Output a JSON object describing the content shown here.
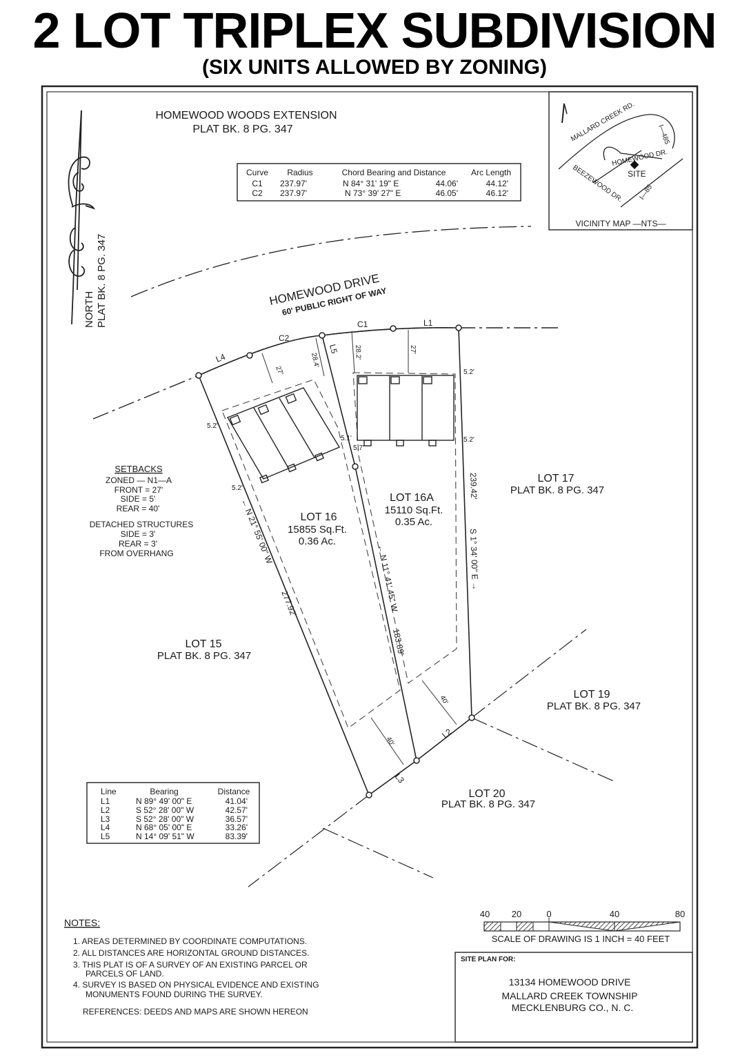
{
  "header": {
    "title": "2 LOT TRIPLEX SUBDIVISION",
    "subtitle": "(SIX UNITS ALLOWED BY ZONING)"
  },
  "north": {
    "label": "NORTH",
    "plat": "PLAT BK. 8 PG. 347"
  },
  "homewood_woods": {
    "name": "HOMEWOOD WOODS EXTENSION",
    "plat": "PLAT BK. 8 PG. 347"
  },
  "curve_table": {
    "headers": [
      "Curve",
      "Radius",
      "Chord Bearing and Distance",
      "Arc Length"
    ],
    "rows": [
      {
        "curve": "C1",
        "radius": "237.97'",
        "bearing": "N 84° 31' 19\" E",
        "distance": "44.06'",
        "arc": "44.12'"
      },
      {
        "curve": "C2",
        "radius": "237.97'",
        "bearing": "N 73° 39' 27\" E",
        "distance": "46.05'",
        "arc": "46.12'"
      }
    ]
  },
  "vicinity_map": {
    "caption": "VICINITY MAP  —NTS—",
    "mallard_creek": "MALLARD CREEK RD.",
    "homewood_dr": "HOMEWOOD DR.",
    "site": "SITE",
    "beezewood": "BEEZEWOOD DR.",
    "i485": "I—485",
    "i85": "I—85"
  },
  "road": {
    "name": "HOMEWOOD DRIVE",
    "row": "60' PUBLIC RIGHT OF WAY"
  },
  "segments": {
    "c1": "C1",
    "c2": "C2",
    "l1": "L1",
    "l2": "L2",
    "l3": "L3",
    "l4": "L4",
    "l5": "L5"
  },
  "dims": {
    "front_left": "27'",
    "front_right": "27'",
    "d284": "28.4'",
    "d282": "28.2'",
    "side_52": "5.2'",
    "side_51": "5.1'",
    "side_57": "5.7'",
    "rear_40": "40'"
  },
  "bearings": {
    "west_line": "N 21° 55' 00\" W",
    "west_dist": "277.92'",
    "mid_line": "N 11° 41' 45\" W",
    "mid_dist": "183.89'",
    "east_line": "S 1° 34' 00\" E",
    "east_dist": "239.42'"
  },
  "lots": {
    "lot16": {
      "name": "LOT 16",
      "sqft": "15855 Sq.Ft.",
      "acres": "0.36 Ac."
    },
    "lot16a": {
      "name": "LOT 16A",
      "sqft": "15110 Sq.Ft.",
      "acres": "0.35 Ac."
    },
    "lot15": {
      "name": "LOT 15",
      "plat": "PLAT BK. 8 PG. 347"
    },
    "lot17": {
      "name": "LOT 17",
      "plat": "PLAT BK. 8 PG. 347"
    },
    "lot19": {
      "name": "LOT 19",
      "plat": "PLAT BK. 8 PG. 347"
    },
    "lot20": {
      "name": "LOT 20",
      "plat": "PLAT BK. 8 PG. 347"
    }
  },
  "setbacks": {
    "title": "SETBACKS",
    "zoned": "ZONED — N1—A",
    "front": "FRONT = 27'",
    "side": "SIDE = 5'",
    "rear": "REAR = 40'",
    "detached": "DETACHED STRUCTURES",
    "d_side": "SIDE = 3'",
    "d_rear": "REAR = 3'",
    "from": "FROM OVERHANG"
  },
  "line_table": {
    "headers": [
      "Line",
      "Bearing",
      "Distance"
    ],
    "rows": [
      {
        "line": "L1",
        "bearing": "N 89° 49' 00\" E",
        "distance": "41.04'"
      },
      {
        "line": "L2",
        "bearing": "S 52° 28' 00\" W",
        "distance": "42.57'"
      },
      {
        "line": "L3",
        "bearing": "S 52° 28' 00\" W",
        "distance": "36.57'"
      },
      {
        "line": "L4",
        "bearing": "N 68° 05' 00\" E",
        "distance": "33.26'"
      },
      {
        "line": "L5",
        "bearing": "N 14° 09' 51\" W",
        "distance": "83.39'"
      }
    ]
  },
  "notes": {
    "title": "NOTES:",
    "n1": "1.  AREAS DETERMINED BY COORDINATE COMPUTATIONS.",
    "n2": "2.  ALL DISTANCES ARE HORIZONTAL GROUND DISTANCES.",
    "n3a": "3.  THIS PLAT IS OF A SURVEY OF AN EXISTING PARCEL OR",
    "n3b": "PARCELS OF LAND.",
    "n4a": "4.  SURVEY IS BASED ON PHYSICAL EVIDENCE AND EXISTING",
    "n4b": "MONUMENTS FOUND DURING THE SURVEY.",
    "refs": "REFERENCES:  DEEDS AND MAPS ARE SHOWN HEREON"
  },
  "scale": {
    "t40l": "40",
    "t20": "20",
    "t0": "0",
    "t40r": "40",
    "t80": "80",
    "caption": "SCALE OF DRAWING IS 1 INCH = 40 FEET"
  },
  "site_plan": {
    "label": "SITE PLAN FOR:",
    "address": "13134 HOMEWOOD DRIVE",
    "township": "MALLARD CREEK TOWNSHIP",
    "county": "MECKLENBURG CO., N. C."
  }
}
